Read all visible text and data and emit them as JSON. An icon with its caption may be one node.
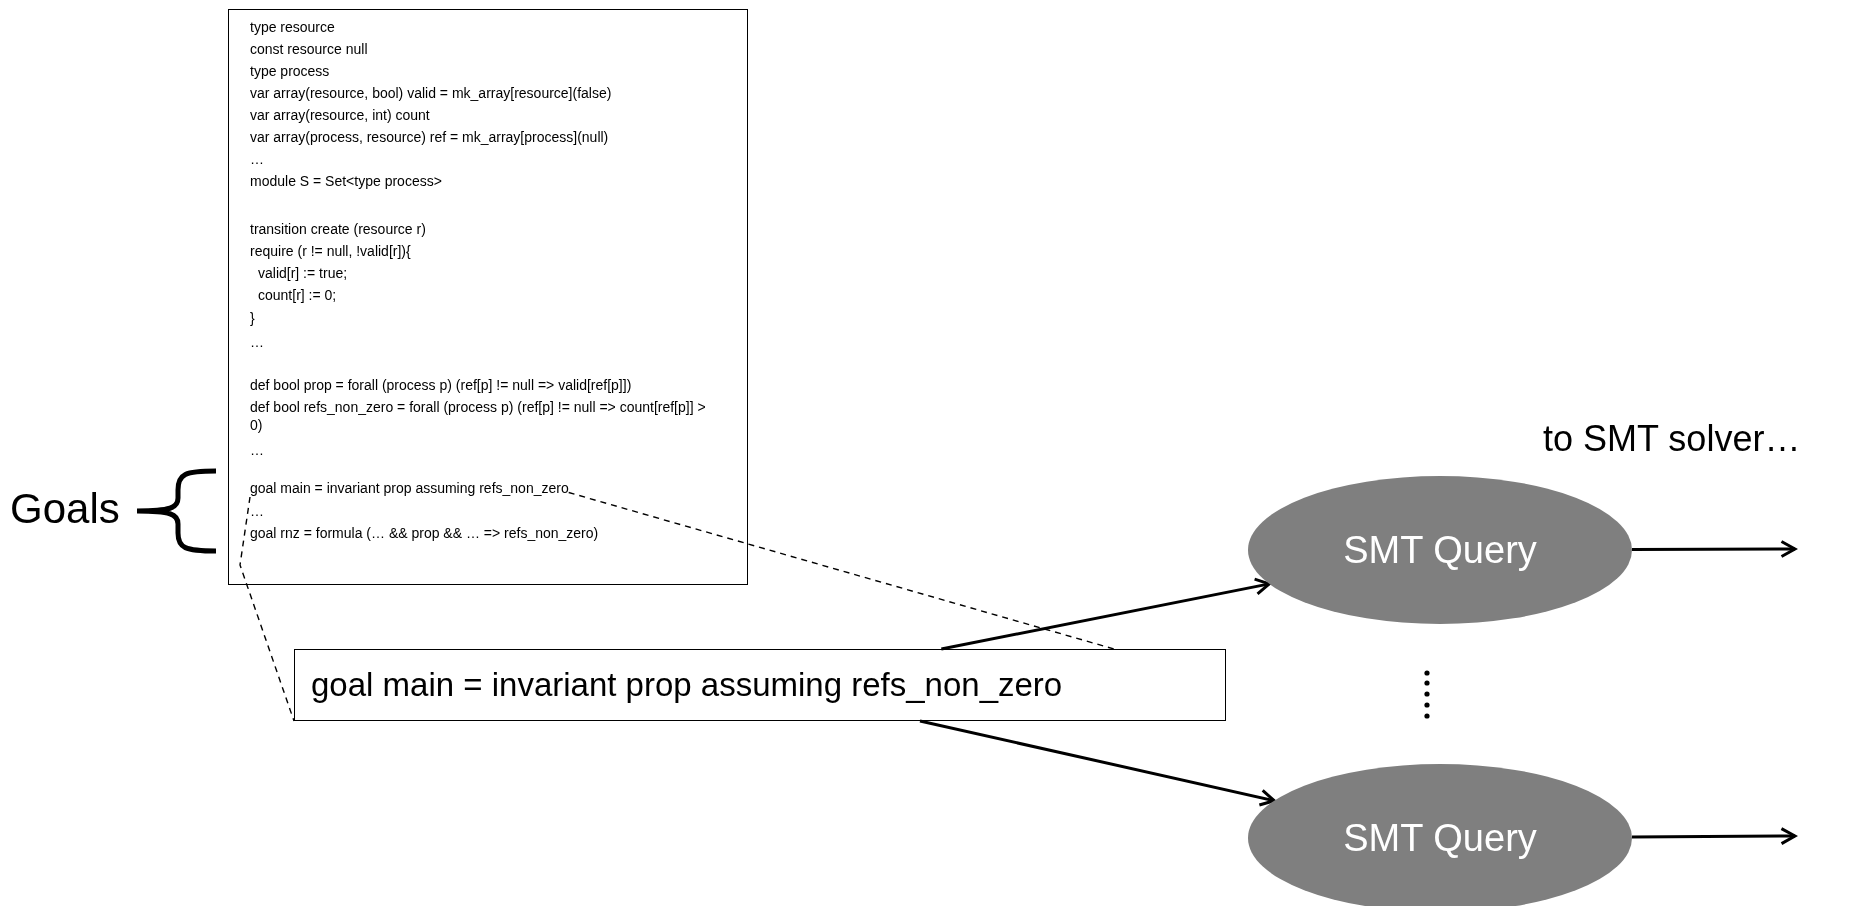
{
  "diagram": {
    "nodes": [
      {
        "text": [
          "type resource",
          "const resource null",
          "type process",
          "var array(resource, bool) valid = mk_array[resource](false)",
          "var array(resource, int) count",
          "var array(process, resource) ref = mk_array[process](null)",
          "…",
          "module S = Set<type process>",
          "transition create (resource r)",
          "require (r != null, !valid[r]){",
          "valid[r] := true;",
          "count[r] := 0;",
          "}",
          "…",
          "def bool prop = forall (process p) (ref[p] != null => valid[ref[p]])",
          "def bool refs_non_zero = forall (process p) (ref[p] != null => count[ref[p]] > 0)",
          "…",
          "…",
          "goal rnz  = formula (… && prop && … => refs_non_zero)"
        ]
      },
      {
        "text": [
          "goal main = invariant prop assuming refs_non_zero"
        ],
        "in": 0
      },
      {
        "text": [
          "goal main = invariant prop assuming refs_non_zero"
        ]
      },
      {
        "text": [
          "SMT Query"
        ]
      },
      {
        "text": [
          "SMT Query"
        ]
      }
    ],
    "edges": [
      {
        "from": 1,
        "to": 2,
        "arrow": "none",
        "style": "dashed"
      },
      {
        "from": 1,
        "to": 2,
        "arrow": "none",
        "style": "dashed"
      },
      {
        "from": 2,
        "to": 3,
        "arrow": "to"
      },
      {
        "from": 2,
        "to": 4,
        "arrow": "to"
      },
      {
        "from": 3,
        "to": null,
        "arrow": "to"
      },
      {
        "from": 4,
        "to": null,
        "arrow": "to"
      }
    ],
    "labels": [
      "to SMT solver…",
      "Goals"
    ]
  }
}
